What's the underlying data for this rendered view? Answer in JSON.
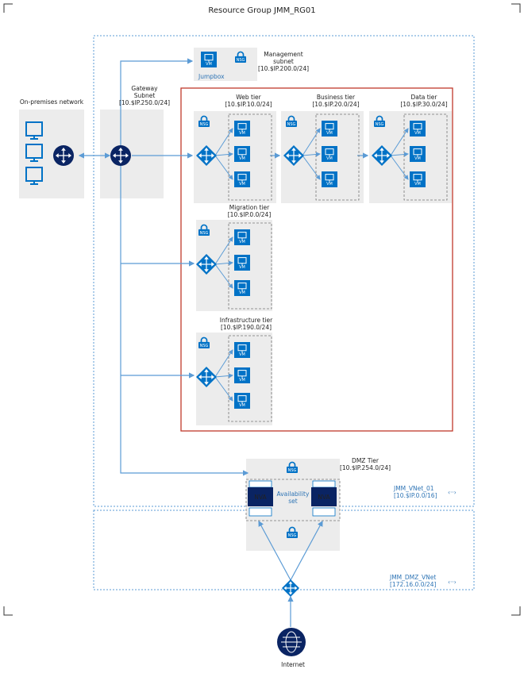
{
  "title": "Resource Group JMM_RG01",
  "onprem": {
    "label": "On-premises network"
  },
  "gateway": {
    "line1": "Gateway",
    "line2": "Subnet",
    "cidr": "[10.$IP.250.0/24]"
  },
  "management": {
    "line1": "Management",
    "line2": "subnet",
    "cidr": "[10.$IP.200.0/24]",
    "jumpbox": "Jumpbox"
  },
  "tiers": {
    "web": {
      "name": "Web tier",
      "cidr": "[10.$IP.10.0/24]"
    },
    "business": {
      "name": "Business tier",
      "cidr": "[10.$IP.20.0/24]"
    },
    "data": {
      "name": "Data tier",
      "cidr": "[10.$IP.30.0/24]"
    },
    "migration": {
      "name": "Migration tier",
      "cidr": "[10.$IP.0.0/24]"
    },
    "infrastructure": {
      "name": "Infrastructure tier",
      "cidr": "[10.$IP.190.0/24]"
    }
  },
  "dmz": {
    "name": "DMZ Tier",
    "cidr": "[10.$IP.254.0/24]",
    "nva": "NVA",
    "avail1": "Availability",
    "avail2": "set"
  },
  "vnet": {
    "name": "JMM_VNet_01",
    "cidr": "[10.$IP.0.0/16]"
  },
  "dmz_vnet": {
    "name": "JMM_DMZ_VNet",
    "cidr": "[172.16.0.0/24]"
  },
  "internet": {
    "label": "Internet"
  },
  "badges": {
    "nsg": "NSG",
    "vm": "VM"
  },
  "peer_symbol": "‹··›",
  "colors": {
    "azure_blue": "#0072c6",
    "dark_navy": "#0a2463",
    "line": "#5b9bd5",
    "red_box": "#c0392b",
    "panel": "#ececec"
  }
}
